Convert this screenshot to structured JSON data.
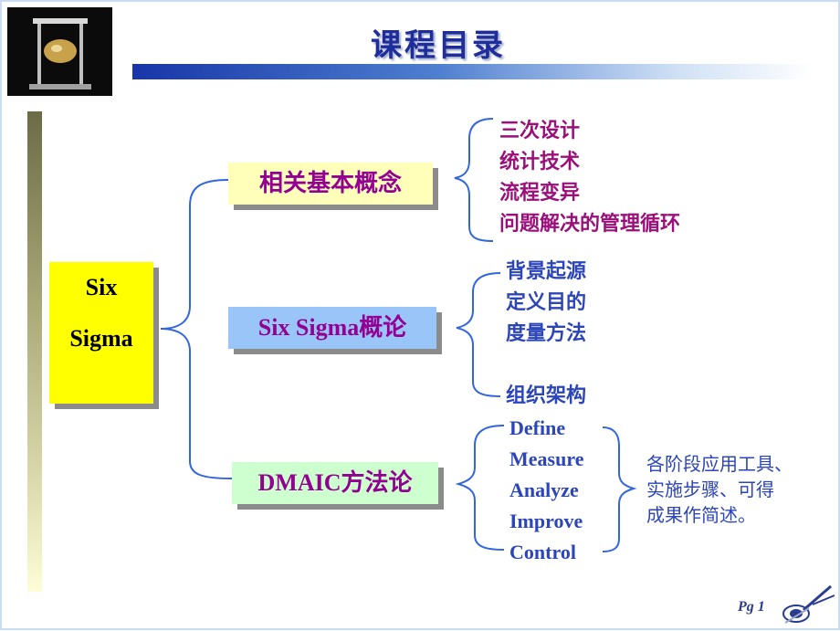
{
  "page": {
    "title": "课程目录",
    "page_number": "Pg 1"
  },
  "center": {
    "line1": "Six",
    "line2": "Sigma"
  },
  "branches": [
    {
      "label": "相关基本概念",
      "items": [
        "三次设计",
        "统计技术",
        "流程变异",
        "问题解决的管理循环"
      ]
    },
    {
      "label": "Six Sigma概论",
      "items": [
        "背景起源",
        "定义目的",
        "度量方法",
        "组织架构"
      ]
    },
    {
      "label": "DMAIC方法论",
      "items": [
        "Define",
        "Measure",
        "Analyze",
        "Improve",
        "Control"
      ]
    }
  ],
  "note": {
    "line1": "各阶段应用工具、",
    "line2": "实施步骤、可得",
    "line3": "成果作简述。"
  },
  "colors": {
    "title": "#1f2d9c",
    "branch_text": "#930093",
    "connector": "#3366dd",
    "center_box": "#ffff00"
  },
  "icons": {
    "logo": "golden-ball-logo",
    "corner": "compass-icon"
  }
}
